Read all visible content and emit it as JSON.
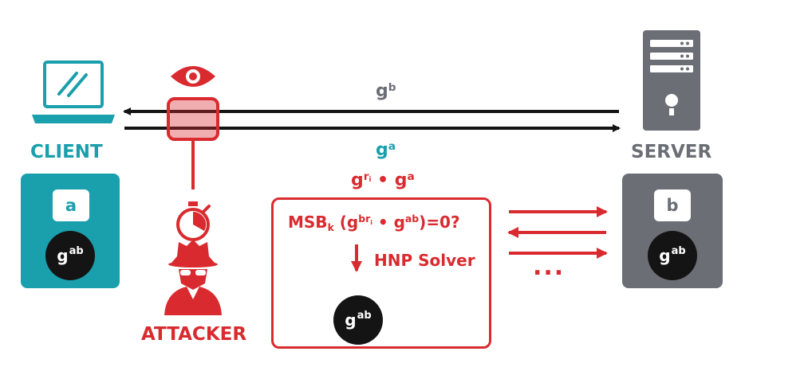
{
  "client": {
    "label": "CLIENT",
    "private_key": "a",
    "shared_base": "g",
    "shared_exp": "ab"
  },
  "server": {
    "label": "SERVER",
    "private_key": "b",
    "shared_base": "g",
    "shared_exp": "ab"
  },
  "attacker": {
    "label": "ATTACKER"
  },
  "messages": {
    "server_to_client": {
      "base": "g",
      "exp": "b"
    },
    "client_to_server": {
      "base": "g",
      "exp": "a"
    },
    "attacker_query": {
      "base1": "g",
      "exp1_r": "r",
      "exp1_i": "i",
      "op": " • ",
      "base2": "g",
      "exp2": "a"
    }
  },
  "attack": {
    "msb_prefix": "MSB",
    "msb_sub": "k",
    "open": " (g",
    "exp_br": "br",
    "exp_i": "i",
    "dot": " • g",
    "exp_ab": "ab",
    "tail": ")=0?",
    "solver_label": "HNP Solver",
    "result_base": "g",
    "result_exp": "ab",
    "ellipsis": "..."
  },
  "colors": {
    "teal": "#1a9fac",
    "red": "#d92b2f",
    "grey": "#6b6e75",
    "dark": "#141414"
  },
  "icons": [
    "laptop-icon",
    "server-icon",
    "eye-icon",
    "stopwatch-icon",
    "spy-icon"
  ]
}
